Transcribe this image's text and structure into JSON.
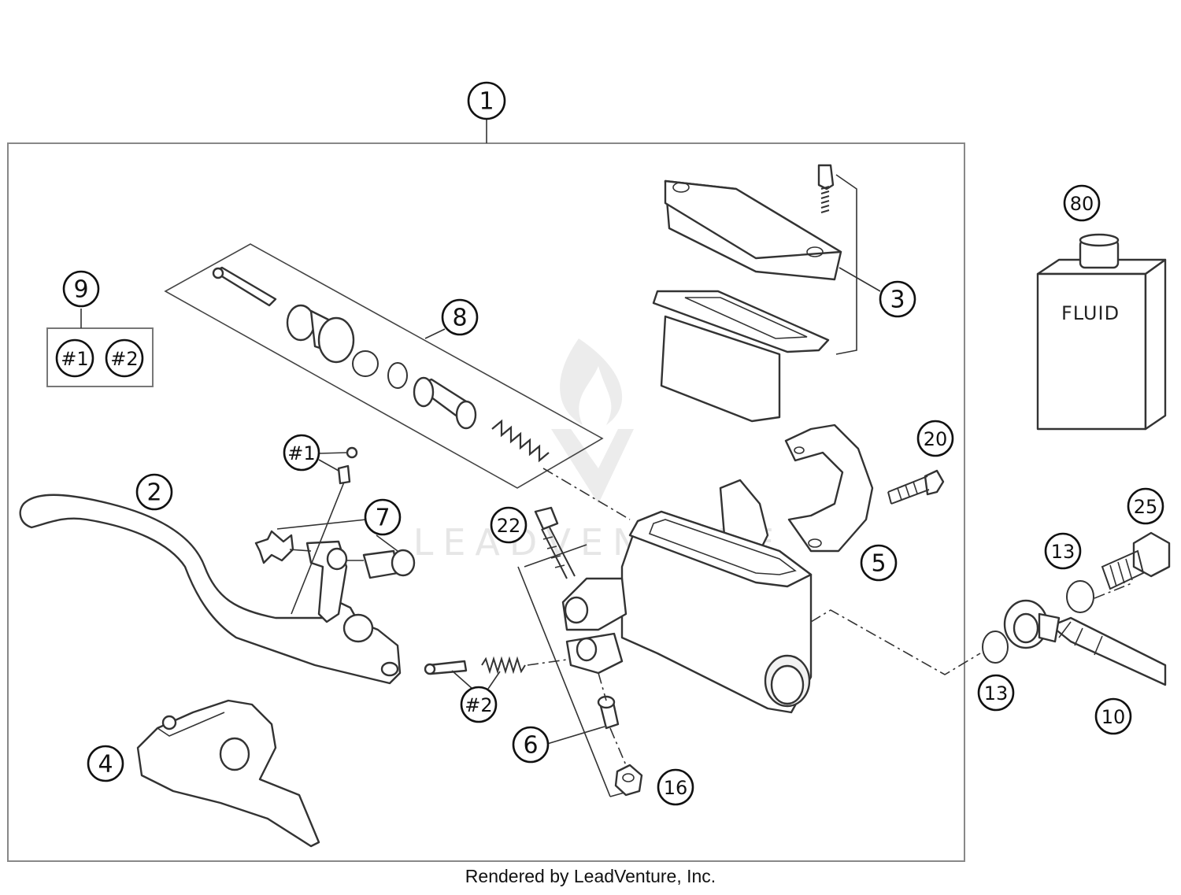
{
  "callouts": {
    "c1": "1",
    "c2": "2",
    "c3": "3",
    "c4": "4",
    "c5": "5",
    "c6": "6",
    "c7": "7",
    "c8": "8",
    "c9": "9",
    "c10": "10",
    "c13a": "13",
    "c13b": "13",
    "c16": "16",
    "c20": "20",
    "c22": "22",
    "c25": "25",
    "c80": "80",
    "kit1_in_9": "#1",
    "kit2_in_9": "#2",
    "kit1_part": "#1",
    "kit2_part": "#2"
  },
  "fluid_label": "FLUID",
  "watermark_text": "LEADVENTURE",
  "footer": "Rendered by LeadVenture, Inc."
}
